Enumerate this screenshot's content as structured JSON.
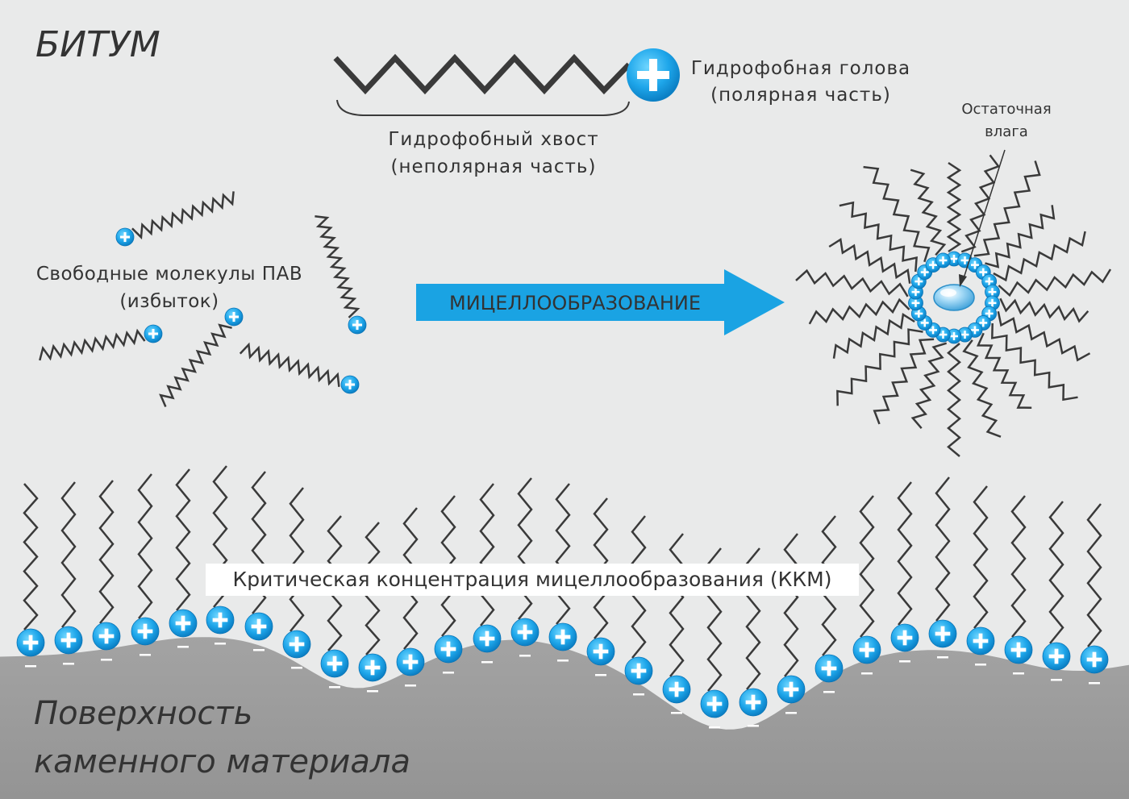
{
  "labels": {
    "bitumen": "БИТУМ",
    "head_line1": "Гидрофобная голова",
    "head_line2": "(полярная часть)",
    "tail_line1": "Гидрофобный хвост",
    "tail_line2": "(неполярная часть)",
    "free_line1": "Свободные молекулы ПАВ",
    "free_line2": "(избыток)",
    "process_arrow": "МИЦЕЛЛООБРАЗОВАНИЕ",
    "moisture_line1": "Остаточная",
    "moisture_line2": "влага",
    "cmc": "Критическая концентрация мицеллообразования (ККМ)",
    "surface_line1": "Поверхность",
    "surface_line2": "каменного материала"
  },
  "colors": {
    "background": "#e9eaea",
    "stone_surface": "#9d9d9d",
    "arrow": "#1aa3e3",
    "head_dark": "#0d8fd6",
    "head_light": "#5fd0ff",
    "chain": "#3a3a3a",
    "text": "#333333"
  },
  "icons": {
    "positive_head": "plus-sign",
    "negative_charge": "minus-sign"
  }
}
